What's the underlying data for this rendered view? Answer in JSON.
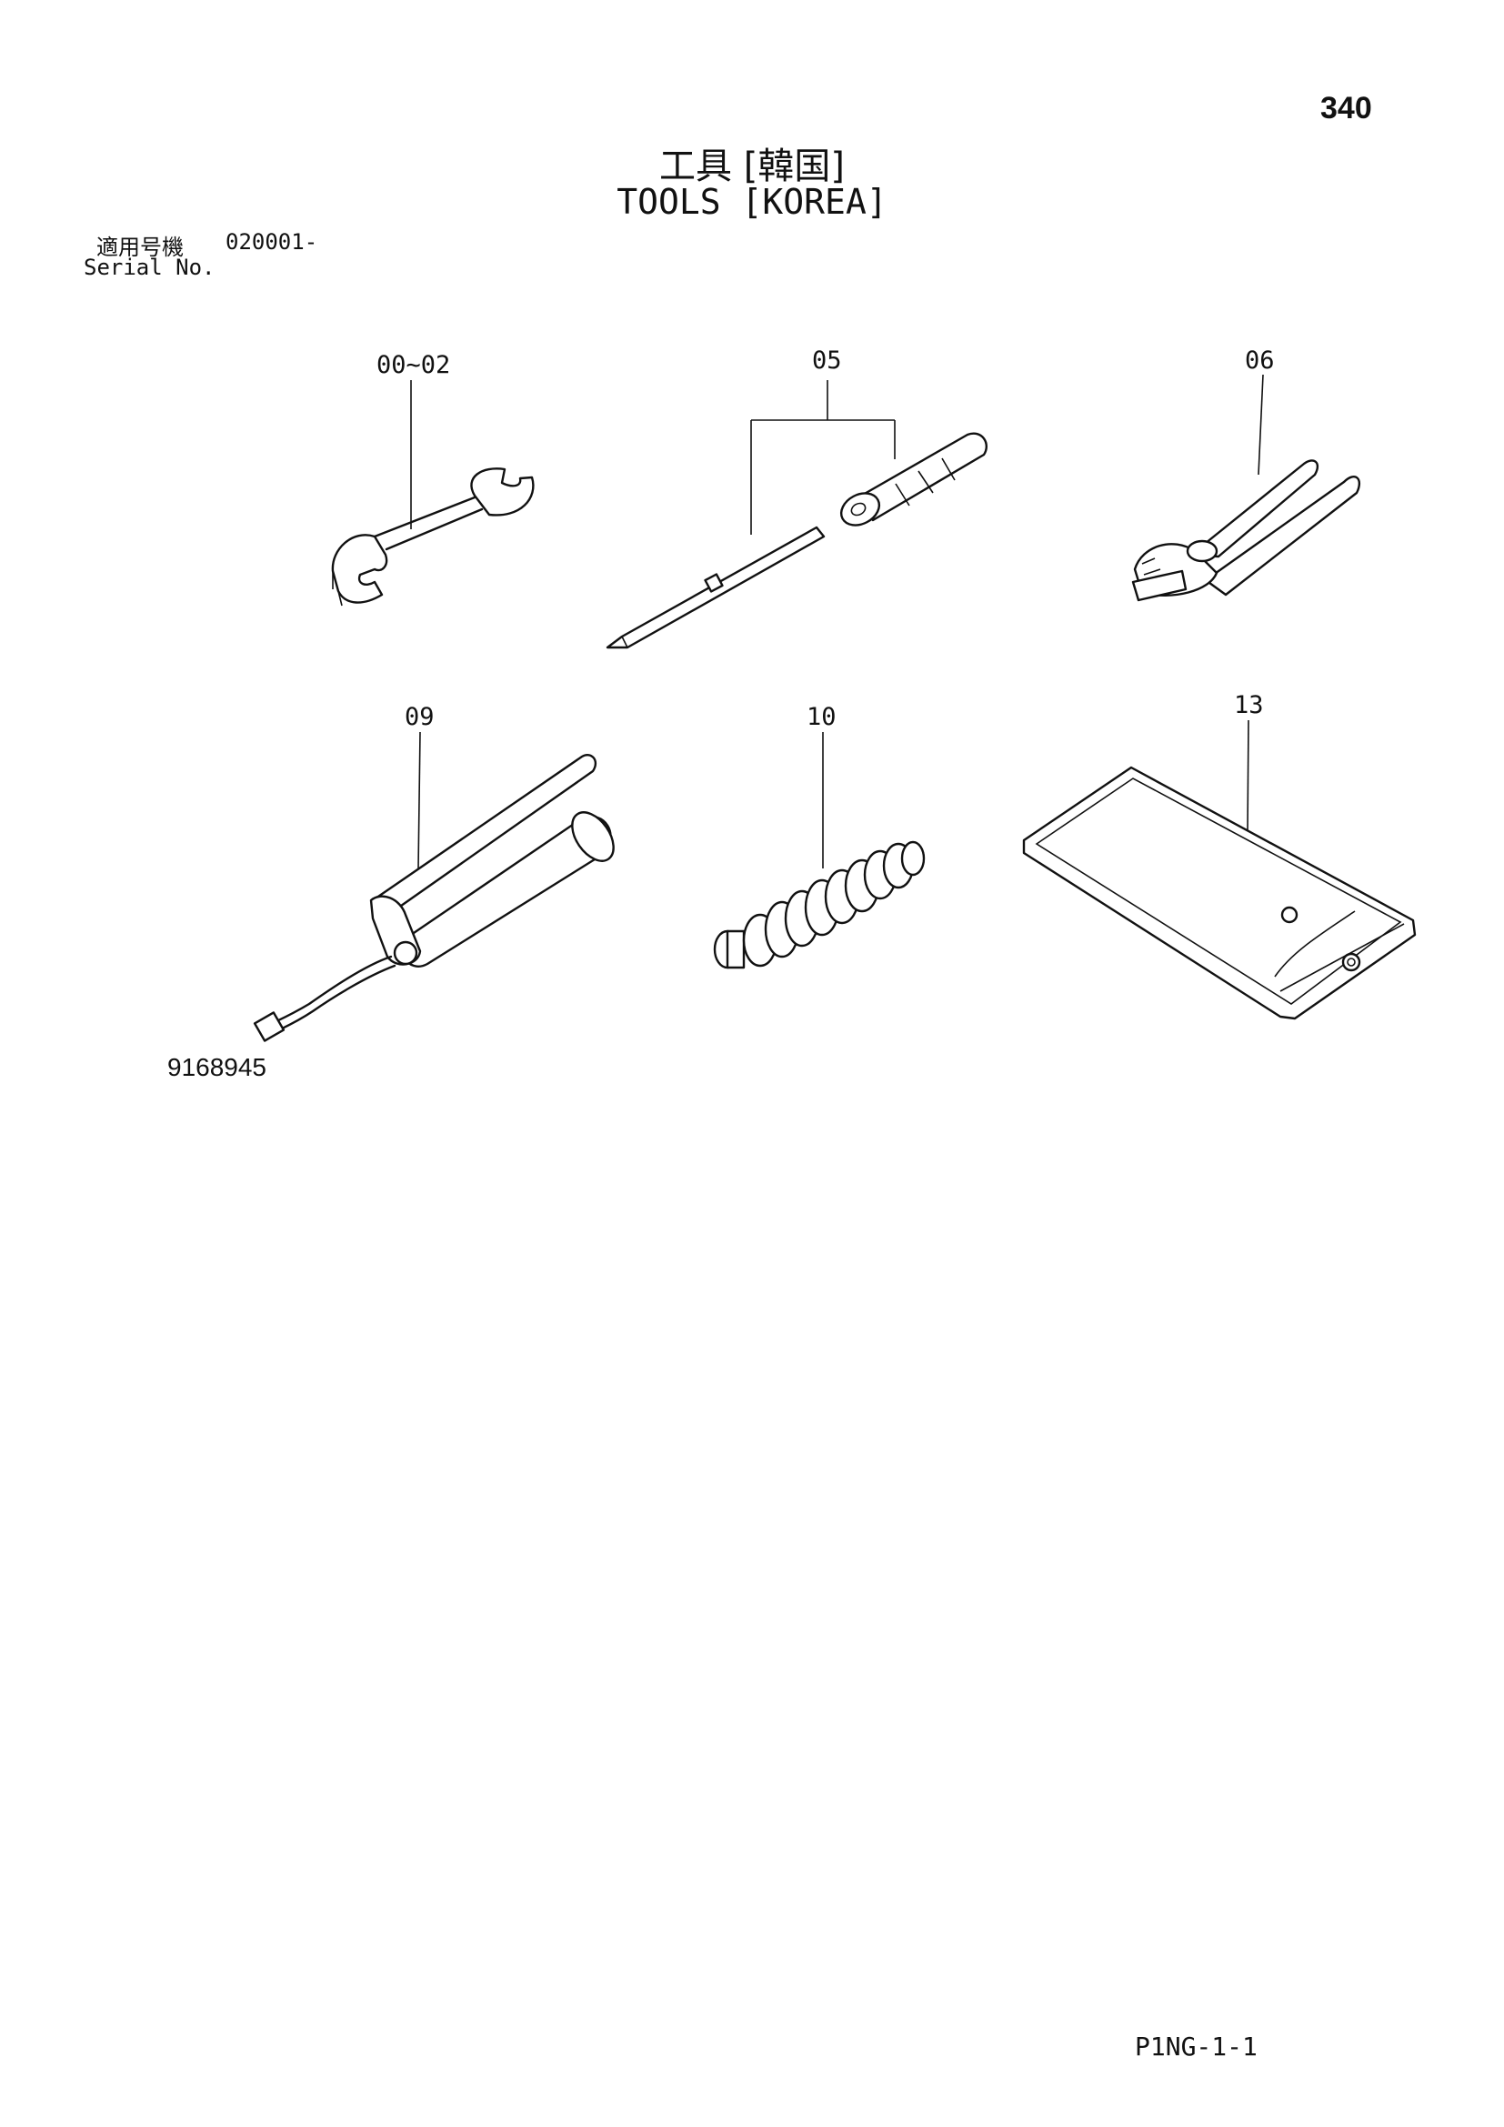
{
  "page_number": "340",
  "title": {
    "jp": "工具 [韓国]",
    "en": "TOOLS [KOREA]"
  },
  "serial": {
    "jp_label": "適用号機",
    "value": "020001-",
    "en_label": "Serial No."
  },
  "callouts": [
    {
      "id": "wrench",
      "label": "00~02"
    },
    {
      "id": "screwdriver",
      "label": "05"
    },
    {
      "id": "pliers",
      "label": "06"
    },
    {
      "id": "grease-gun",
      "label": "09"
    },
    {
      "id": "grease-brush",
      "label": "10"
    },
    {
      "id": "tool-bag",
      "label": "13"
    }
  ],
  "figure_number": "9168945",
  "page_code": "P1NG-1-1",
  "colors": {
    "ink": "#111111",
    "paper": "#ffffff"
  }
}
